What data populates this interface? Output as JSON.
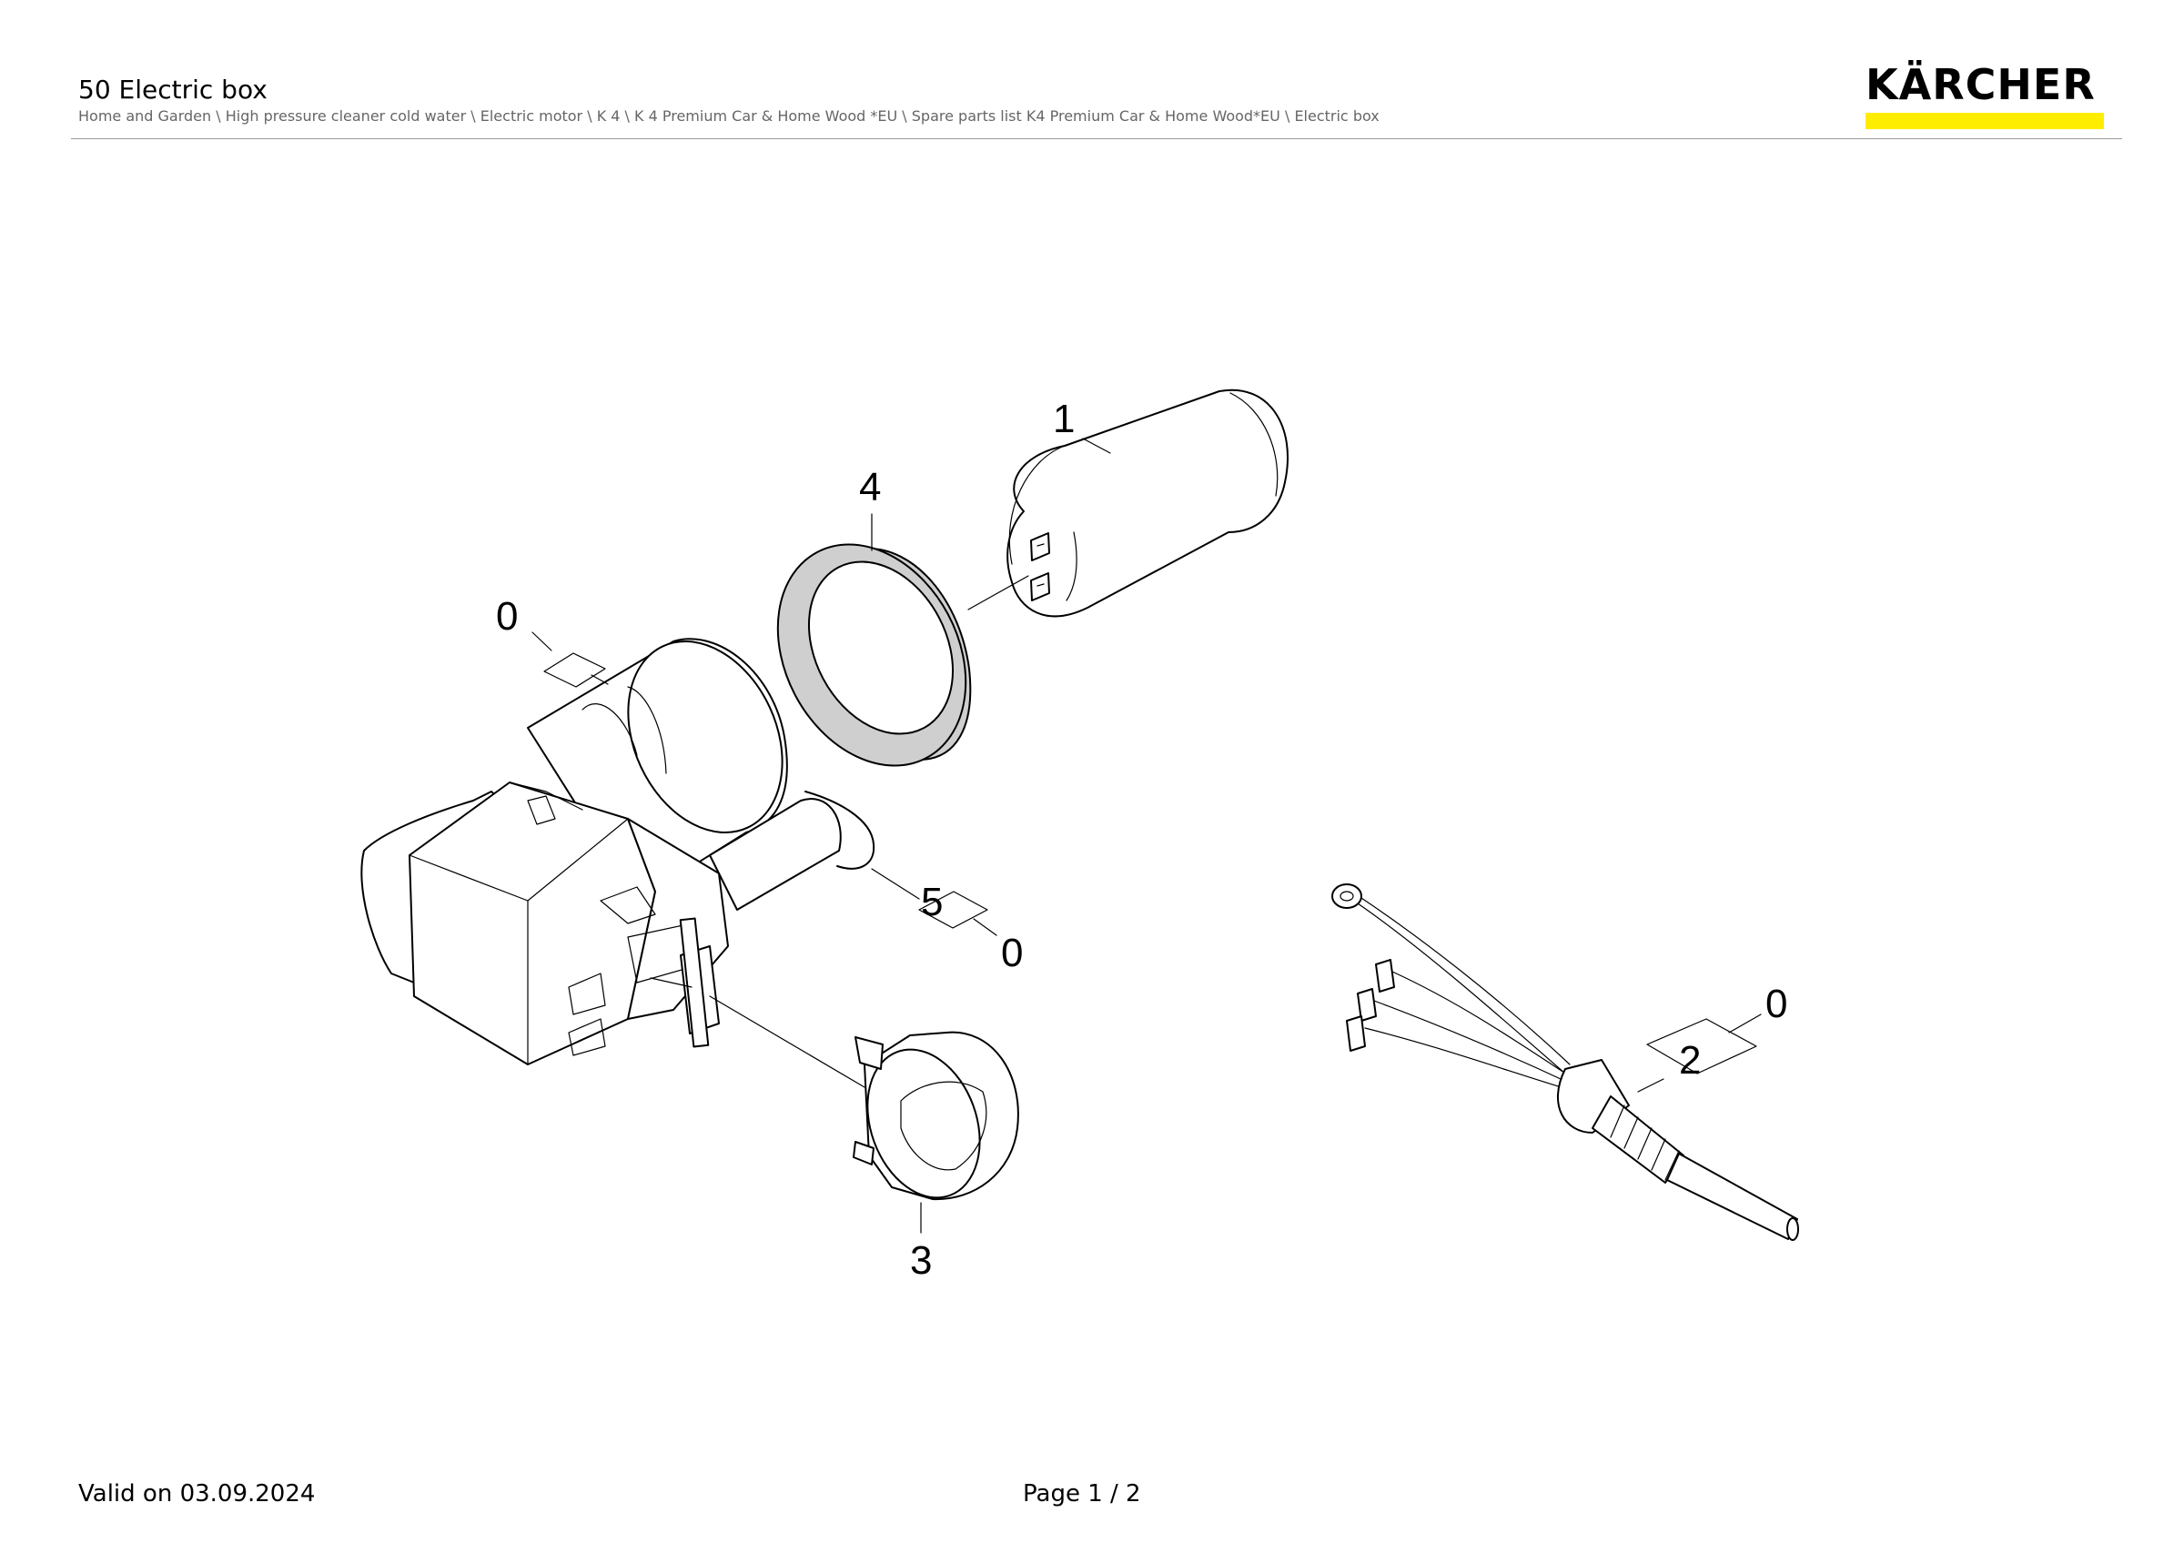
{
  "header": {
    "title": "50 Electric box",
    "breadcrumb": "Home and Garden \\ High pressure cleaner cold water \\ Electric motor \\ K 4 \\ K 4 Premium Car & Home Wood *EU \\ Spare parts list K4 Premium Car & Home Wood*EU \\ Electric box"
  },
  "logo": {
    "text": "KÄRCHER",
    "bar_color": "#ffed00"
  },
  "diagram": {
    "callouts": {
      "part_1": "1",
      "part_4": "4",
      "part_0_top": "0",
      "part_5": "5",
      "part_0_mid": "0",
      "part_3": "3",
      "part_2": "2",
      "part_0_right": "0"
    }
  },
  "footer": {
    "valid": "Valid on 03.09.2024",
    "page": "Page 1 / 2"
  }
}
